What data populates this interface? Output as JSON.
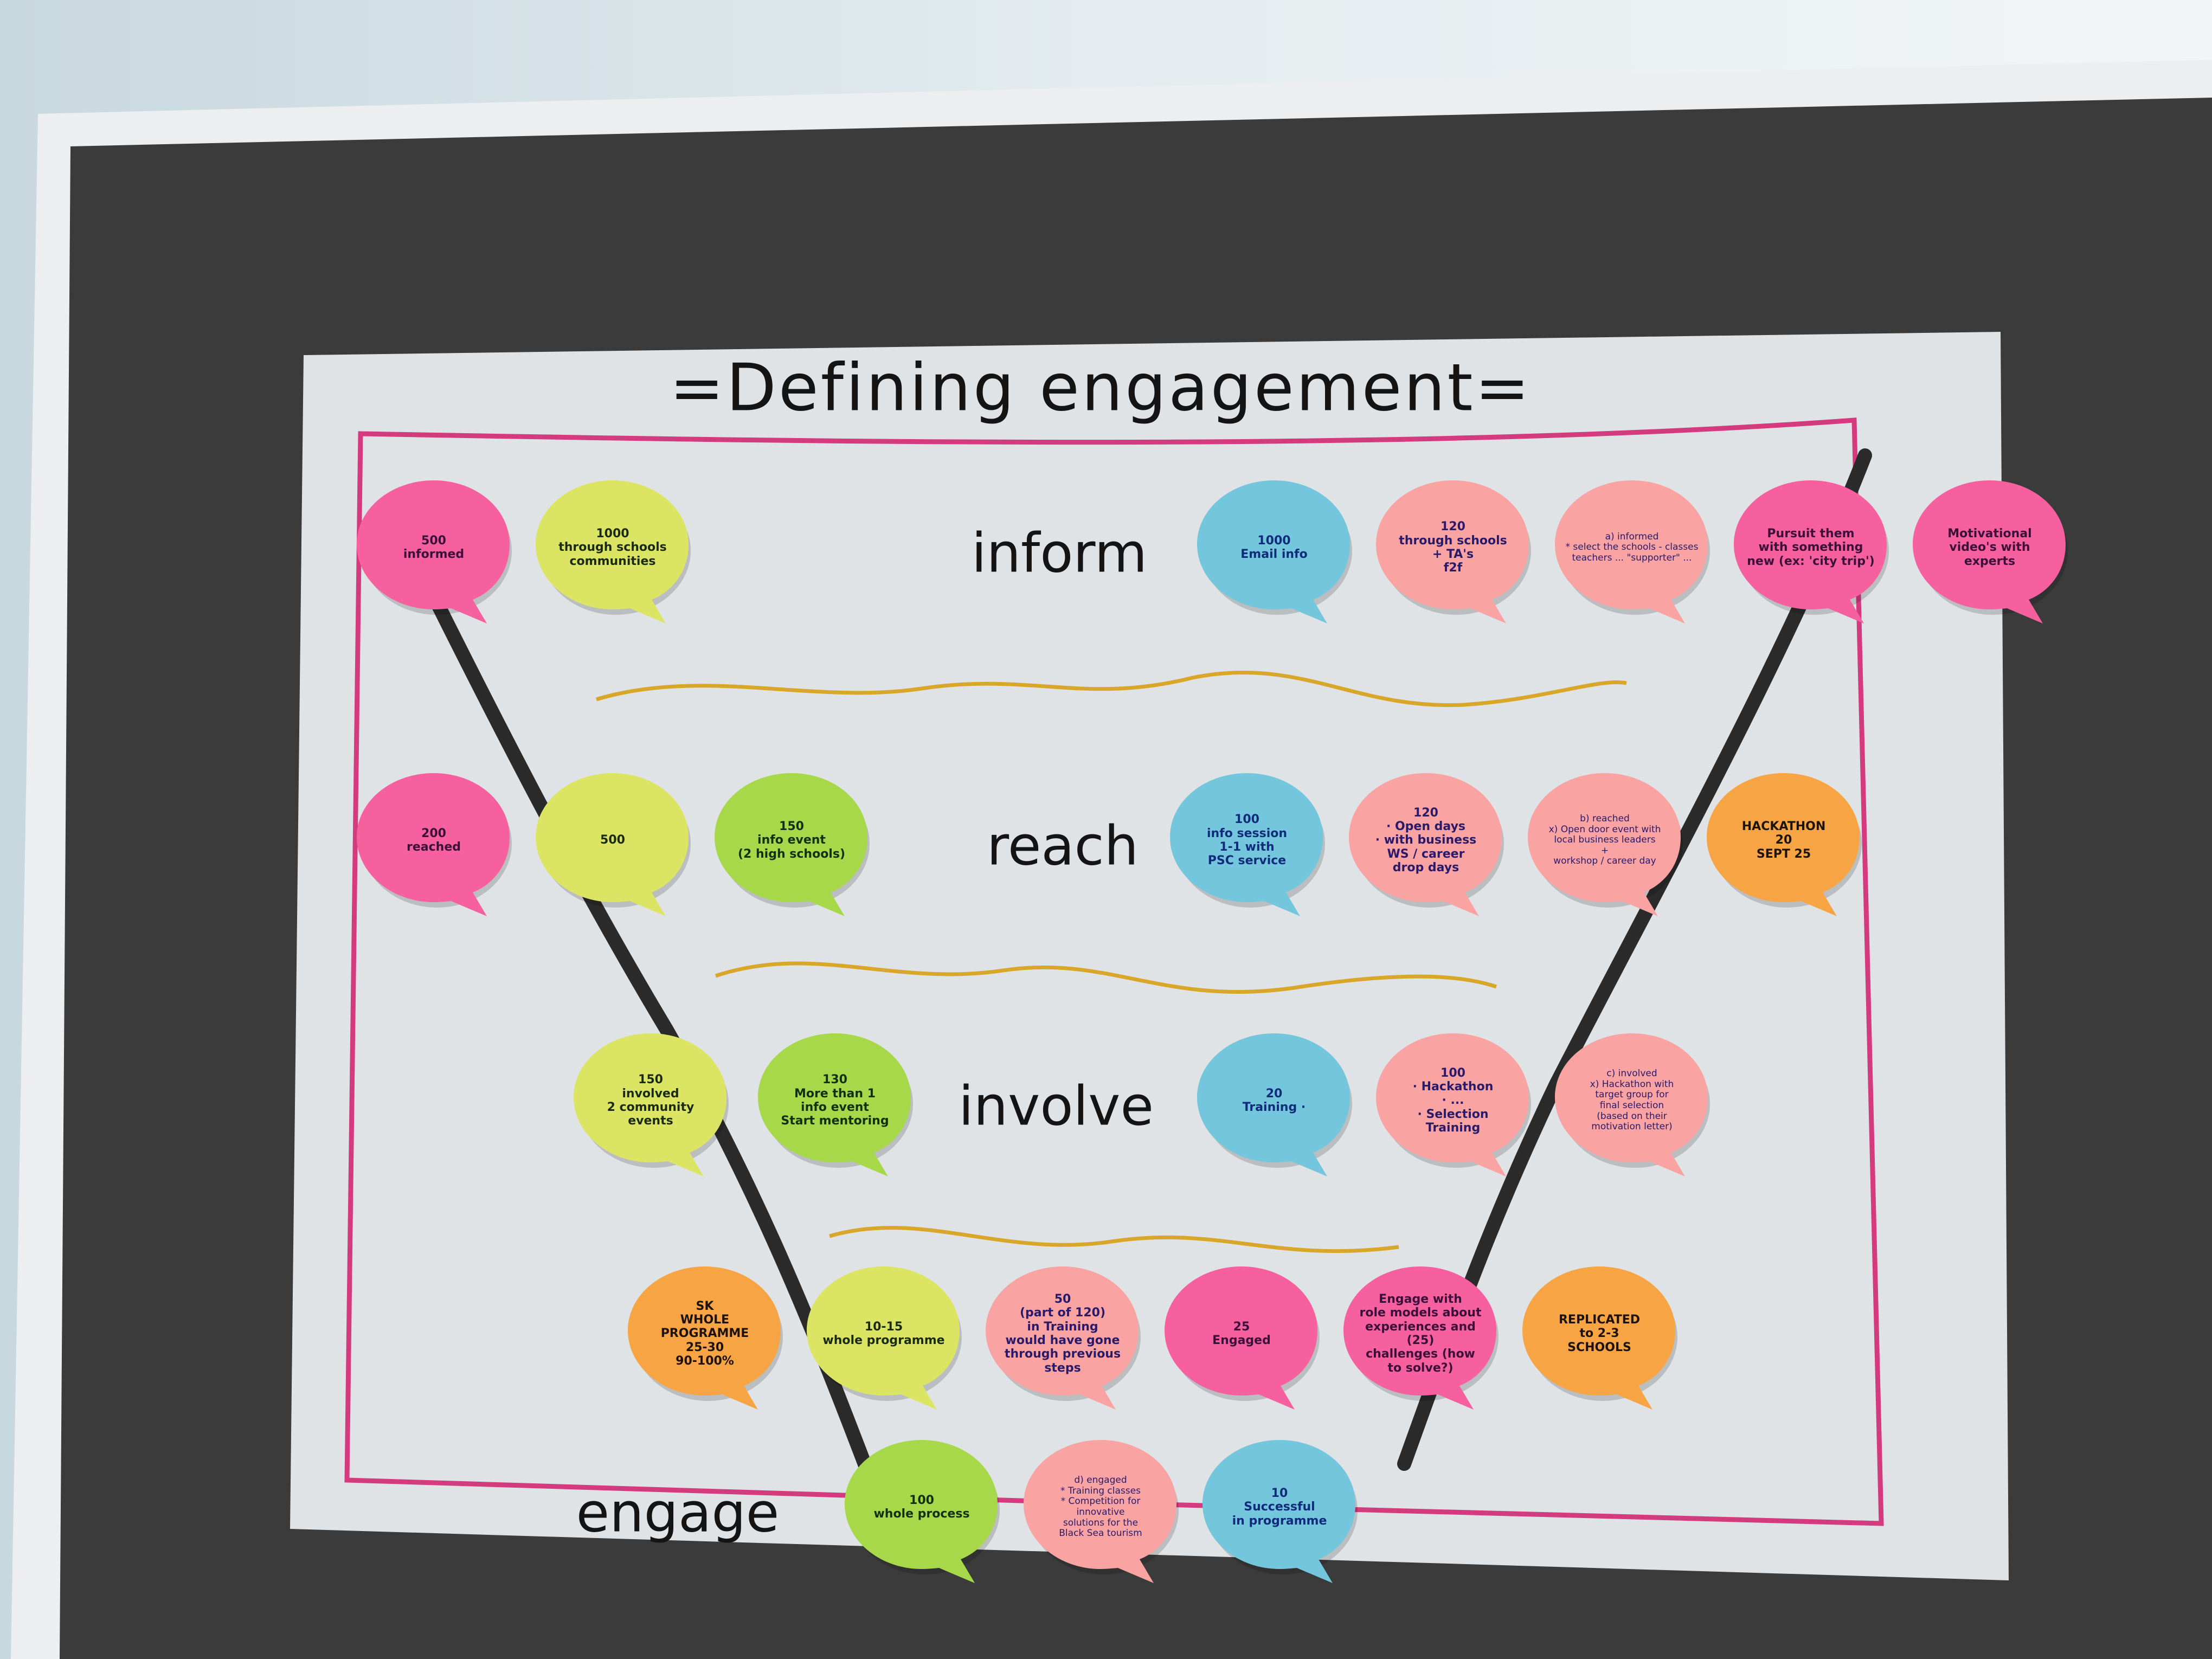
{
  "title": "=Defining engagement=",
  "stages": [
    "inform",
    "reach",
    "involve",
    "engage"
  ],
  "colors": {
    "pink": "#f7609e",
    "salmon": "#f9a3a3",
    "yellow": "#dbe563",
    "green": "#a6d84a",
    "blue": "#74c6dc",
    "orange": "#f6a444",
    "paper": "#dde2e5",
    "board": "#3a3a3a",
    "border_line": "#d43b7e",
    "wave_line": "#d8a72a",
    "funnel_line": "#2b2b2b"
  },
  "notes": [
    {
      "color": "pink",
      "text": "500\ninformed"
    },
    {
      "color": "yellow",
      "text": "1000\nthrough schools\ncommunities"
    },
    {
      "color": "blue",
      "text": "1000\nEmail info"
    },
    {
      "color": "salmon",
      "text": "120\nthrough schools\n+ TA's\nf2f"
    },
    {
      "color": "salmon",
      "text": "a) informed\n* select the schools - classes\nteachers ... \"supporter\" ...",
      "small": true
    },
    {
      "color": "pink",
      "text": "Pursuit them\nwith something\nnew (ex: 'city trip')"
    },
    {
      "color": "pink",
      "text": "Motivational\nvideo's with\nexperts"
    },
    {
      "color": "green",
      "text": "150\ninfo event\n(2 high schools)"
    },
    {
      "color": "yellow",
      "text": "500"
    },
    {
      "color": "pink",
      "text": "200\nreached"
    },
    {
      "color": "blue",
      "text": "100\ninfo session\n1-1 with\nPSC service"
    },
    {
      "color": "salmon",
      "text": "120\n· Open days\n· with business\nWS / career\ndrop days"
    },
    {
      "color": "salmon",
      "text": "b) reached\nx) Open door event with\nlocal business leaders\n+\nworkshop / career day",
      "small": true
    },
    {
      "color": "orange",
      "text": "HACKATHON\n20\nSEPT 25"
    },
    {
      "color": "yellow",
      "text": "150\ninvolved\n2 community\nevents"
    },
    {
      "color": "green",
      "text": "130\nMore than 1\ninfo event\nStart mentoring"
    },
    {
      "color": "blue",
      "text": "20\nTraining ·"
    },
    {
      "color": "salmon",
      "text": "100\n· Hackathon\n· ...\n· Selection\nTraining"
    },
    {
      "color": "salmon",
      "text": "c) involved\nx) Hackathon with\ntarget group for\nfinal selection\n(based on their\nmotivation letter)",
      "small": true
    },
    {
      "color": "orange",
      "text": "SK\nWHOLE PROGRAMME\n25-30\n90-100%"
    },
    {
      "color": "yellow",
      "text": "10-15\nwhole programme"
    },
    {
      "color": "salmon",
      "text": "50\n(part of 120)\nin Training\nwould have gone\nthrough previous\nsteps"
    },
    {
      "color": "salmon",
      "text": "d) engaged\n* Training classes\n* Competition for\ninnovative\nsolutions for the\nBlack Sea tourism",
      "small": true
    },
    {
      "color": "pink",
      "text": "25\nEngaged"
    },
    {
      "color": "pink",
      "text": "Engage with\nrole models about\nexperiences and (25)\nchallenges (how\nto solve?)"
    },
    {
      "color": "orange",
      "text": "REPLICATED\nto 2-3\nSCHOOLS"
    },
    {
      "color": "green",
      "text": "100\nwhole process"
    },
    {
      "color": "blue",
      "text": "10\nSuccessful\nin programme"
    }
  ]
}
